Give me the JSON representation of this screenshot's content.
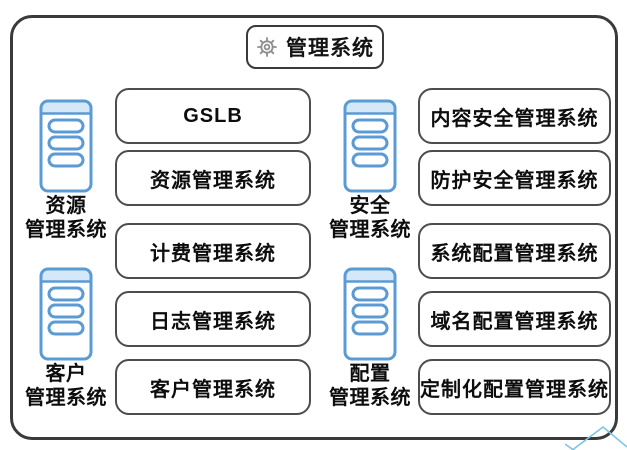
{
  "diagram": {
    "title": {
      "label": "管理系统",
      "icon": "gear-icon"
    },
    "left_groups": [
      {
        "icon": "server-icon",
        "line1": "资源",
        "line2": "管理系统"
      },
      {
        "icon": "server-icon",
        "line1": "客户",
        "line2": "管理系统"
      }
    ],
    "right_groups": [
      {
        "icon": "server-icon",
        "line1": "安全",
        "line2": "管理系统"
      },
      {
        "icon": "server-icon",
        "line1": "配置",
        "line2": "管理系统"
      }
    ],
    "middle_boxes": [
      {
        "label": "GSLB"
      },
      {
        "label": "资源管理系统"
      },
      {
        "label": "计费管理系统"
      },
      {
        "label": "日志管理系统"
      },
      {
        "label": "客户管理系统"
      }
    ],
    "right_boxes": [
      {
        "label": "内容安全管理系统"
      },
      {
        "label": "防护安全管理系统"
      },
      {
        "label": "系统配置管理系统"
      },
      {
        "label": "域名配置管理系统"
      },
      {
        "label": "定制化配置管理系统"
      }
    ],
    "colors": {
      "accent_blue": "#5b9bd5",
      "border_dark": "#3a3a3a",
      "box_border": "#4d4d4d",
      "gear_gray": "#8f8f8f",
      "watermark_blue": "#7ec3e8"
    }
  }
}
